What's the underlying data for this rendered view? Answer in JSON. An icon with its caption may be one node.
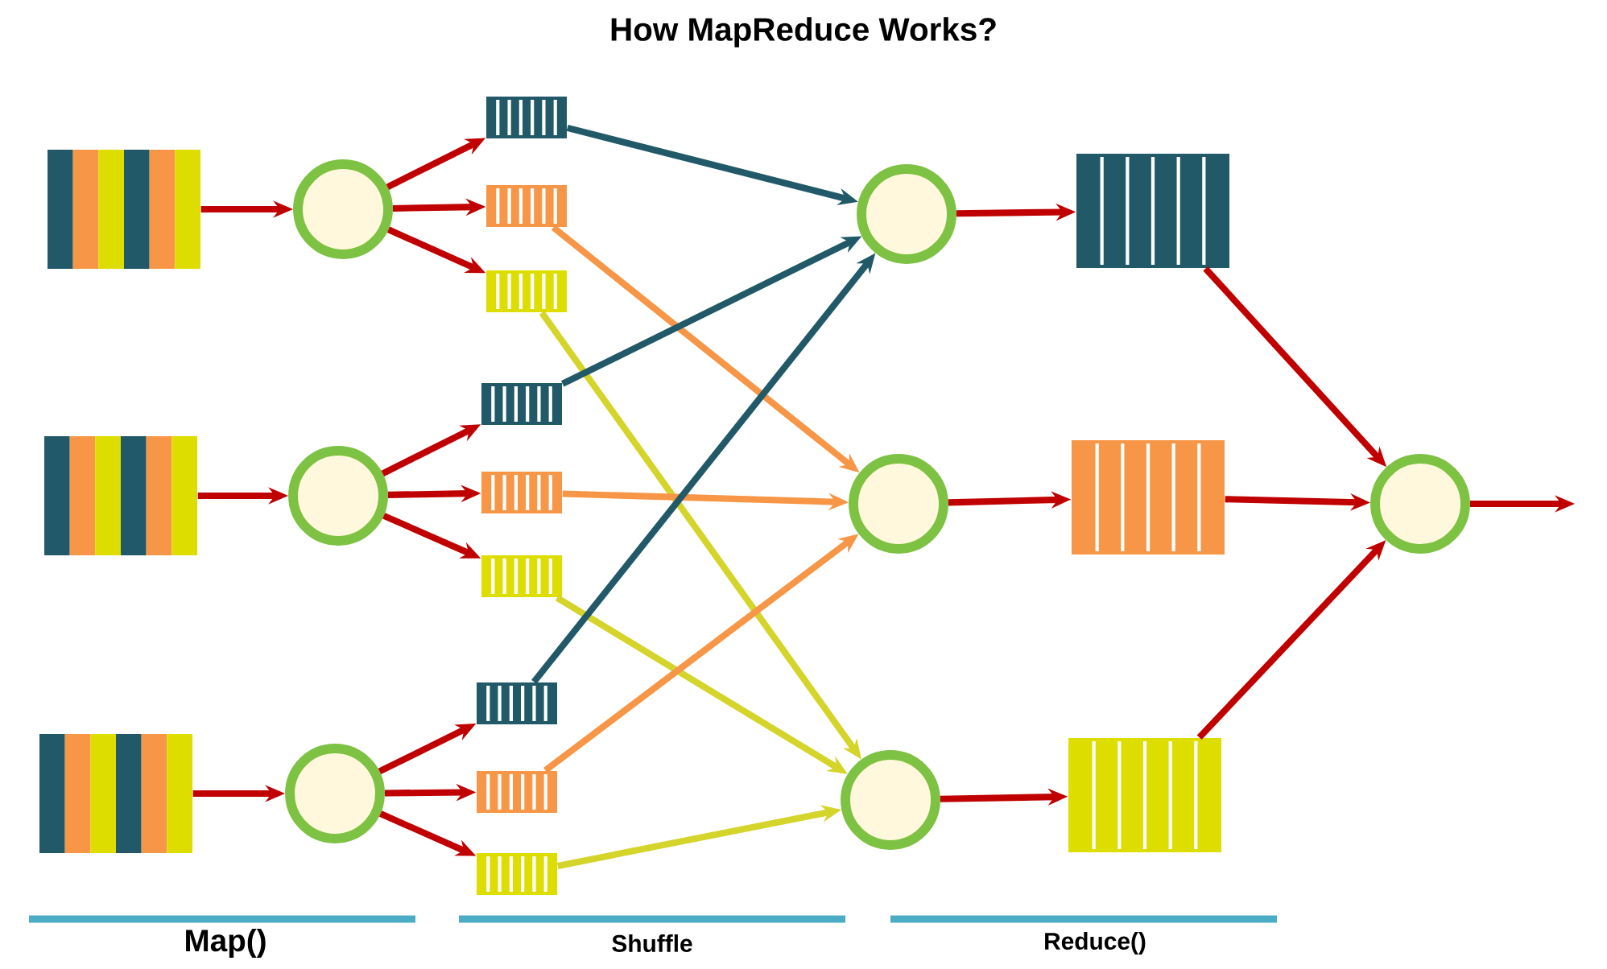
{
  "diagram": {
    "title": "How MapReduce Works?",
    "nodes": [
      {
        "text": [],
        "shape": "box"
      },
      {
        "text": [],
        "shape": "box"
      },
      {
        "text": [],
        "shape": "box"
      },
      {
        "text": [],
        "shape": "circle"
      },
      {
        "text": [],
        "shape": "circle"
      },
      {
        "text": [],
        "shape": "circle"
      },
      {
        "text": [],
        "shape": "box"
      },
      {
        "text": [],
        "shape": "box"
      },
      {
        "text": [],
        "shape": "box"
      },
      {
        "text": [],
        "shape": "box"
      },
      {
        "text": [],
        "shape": "box"
      },
      {
        "text": [],
        "shape": "box"
      },
      {
        "text": [],
        "shape": "box"
      },
      {
        "text": [],
        "shape": "box"
      },
      {
        "text": [],
        "shape": "box"
      },
      {
        "text": [],
        "shape": "circle"
      },
      {
        "text": [],
        "shape": "circle"
      },
      {
        "text": [],
        "shape": "circle"
      },
      {
        "text": [],
        "shape": "box"
      },
      {
        "text": [],
        "shape": "box"
      },
      {
        "text": [],
        "shape": "box"
      },
      {
        "text": [],
        "shape": "circle"
      }
    ],
    "edges": [
      {
        "from": 0,
        "to": 3,
        "arrow": "to"
      },
      {
        "from": 1,
        "to": 4,
        "arrow": "to"
      },
      {
        "from": 2,
        "to": 5,
        "arrow": "to"
      },
      {
        "from": 3,
        "to": 6,
        "arrow": "to"
      },
      {
        "from": 3,
        "to": 7,
        "arrow": "to"
      },
      {
        "from": 3,
        "to": 8,
        "arrow": "to"
      },
      {
        "from": 4,
        "to": 9,
        "arrow": "to"
      },
      {
        "from": 4,
        "to": 10,
        "arrow": "to"
      },
      {
        "from": 4,
        "to": 11,
        "arrow": "to"
      },
      {
        "from": 5,
        "to": 12,
        "arrow": "to"
      },
      {
        "from": 5,
        "to": 13,
        "arrow": "to"
      },
      {
        "from": 5,
        "to": 14,
        "arrow": "to"
      },
      {
        "from": 6,
        "to": 15,
        "arrow": "to",
        "color": "#215968"
      },
      {
        "from": 7,
        "to": 16,
        "arrow": "to",
        "color": "#f79646"
      },
      {
        "from": 8,
        "to": 17,
        "arrow": "to",
        "color": "#d4d42a"
      },
      {
        "from": 9,
        "to": 15,
        "arrow": "to",
        "color": "#215968"
      },
      {
        "from": 10,
        "to": 16,
        "arrow": "to",
        "color": "#f79646"
      },
      {
        "from": 11,
        "to": 17,
        "arrow": "to",
        "color": "#d4d42a"
      },
      {
        "from": 12,
        "to": 15,
        "arrow": "to",
        "color": "#215968"
      },
      {
        "from": 13,
        "to": 16,
        "arrow": "to",
        "color": "#f79646"
      },
      {
        "from": 14,
        "to": 17,
        "arrow": "to",
        "color": "#d4d42a"
      },
      {
        "from": 15,
        "to": 18,
        "arrow": "to"
      },
      {
        "from": 16,
        "to": 19,
        "arrow": "to"
      },
      {
        "from": 17,
        "to": 20,
        "arrow": "to"
      },
      {
        "from": 18,
        "to": 21,
        "arrow": "to"
      },
      {
        "from": 19,
        "to": 21,
        "arrow": "to"
      },
      {
        "from": 20,
        "to": 21,
        "arrow": "to"
      },
      {
        "from": 21,
        "to": null,
        "arrow": "to"
      }
    ],
    "labels": [
      "Map()",
      "Shuffle",
      "Reduce()"
    ]
  }
}
